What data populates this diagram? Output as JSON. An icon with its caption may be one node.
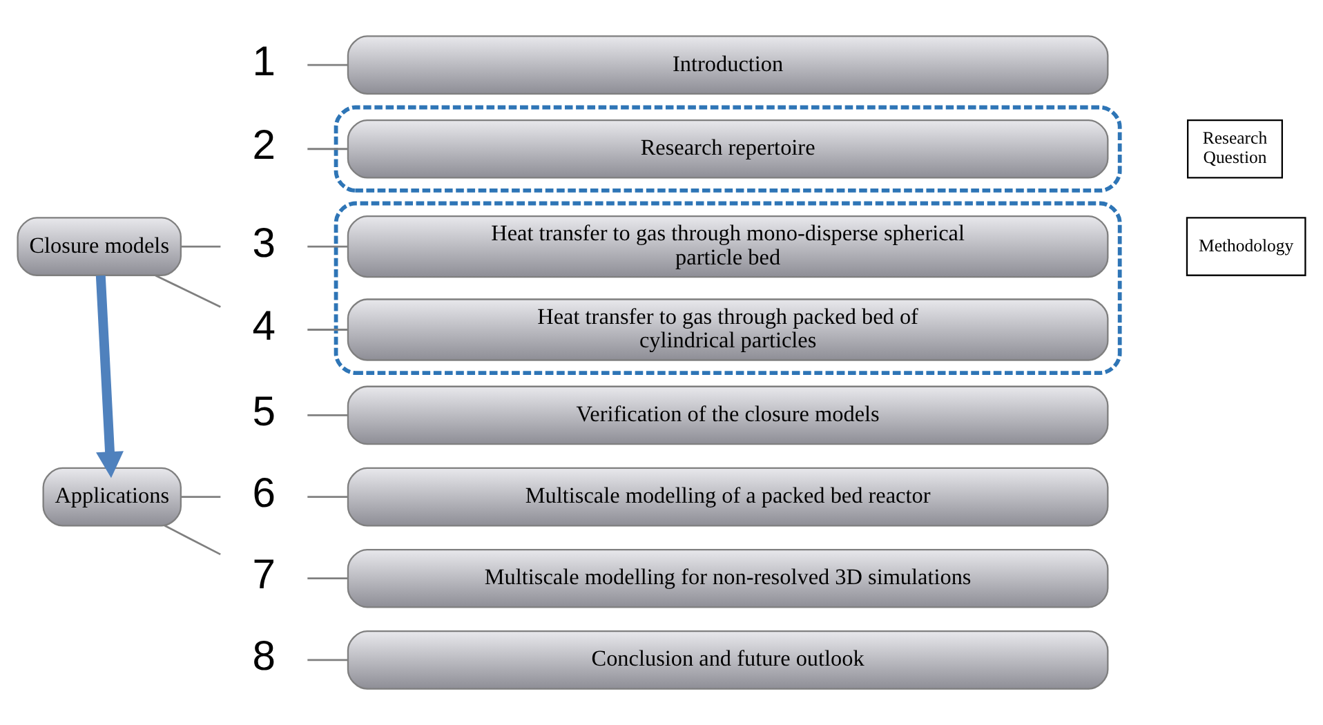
{
  "diagram": {
    "nodes": [
      {
        "text": [
          "1"
        ]
      },
      {
        "text": [
          "Introduction"
        ]
      },
      {
        "text": [
          "2"
        ]
      },
      {
        "text": [],
        "shape": "box"
      },
      {
        "text": [
          "Research repertoire"
        ],
        "in": 3
      },
      {
        "text": [
          "Research Question"
        ]
      },
      {
        "text": [
          "Closure models"
        ]
      },
      {
        "text": [
          "3"
        ]
      },
      {
        "text": [],
        "shape": "box"
      },
      {
        "text": [
          "Heat transfer to gas through mono-disperse spherical particle bed"
        ],
        "in": 8
      },
      {
        "text": [
          "4"
        ]
      },
      {
        "text": [
          "Heat transfer to gas through packed bed of cylindrical particles"
        ],
        "in": 8
      },
      {
        "text": [
          "Methodology"
        ]
      },
      {
        "text": [
          "5"
        ]
      },
      {
        "text": [
          "Verification of the closure models"
        ]
      },
      {
        "text": [
          "Applications"
        ]
      },
      {
        "text": [
          "6"
        ]
      },
      {
        "text": [
          "Multiscale modelling of a packed bed reactor"
        ]
      },
      {
        "text": [
          "7"
        ]
      },
      {
        "text": [
          "Multiscale modelling for non-resolved 3D simulations"
        ]
      },
      {
        "text": [
          "8"
        ]
      },
      {
        "text": [
          "Conclusion and future outlook"
        ]
      }
    ],
    "edges": [
      {
        "from": 0,
        "to": 1,
        "arrow": "none"
      },
      {
        "from": 2,
        "to": 4,
        "arrow": "none"
      },
      {
        "from": 6,
        "to": 7,
        "arrow": "none"
      },
      {
        "from": 6,
        "to": 10,
        "arrow": "none"
      },
      {
        "from": 7,
        "to": 9,
        "arrow": "none"
      },
      {
        "from": 10,
        "to": 11,
        "arrow": "none"
      },
      {
        "from": 13,
        "to": 14,
        "arrow": "none"
      },
      {
        "from": 15,
        "to": 16,
        "arrow": "none"
      },
      {
        "from": 15,
        "to": 18,
        "arrow": "none"
      },
      {
        "from": 16,
        "to": 17,
        "arrow": "none"
      },
      {
        "from": 18,
        "to": 19,
        "arrow": "none"
      },
      {
        "from": 20,
        "to": 21,
        "arrow": "none"
      },
      {
        "from": 6,
        "to": 15,
        "arrow": "to",
        "style": "thick",
        "color": "#4f81bd"
      }
    ]
  }
}
